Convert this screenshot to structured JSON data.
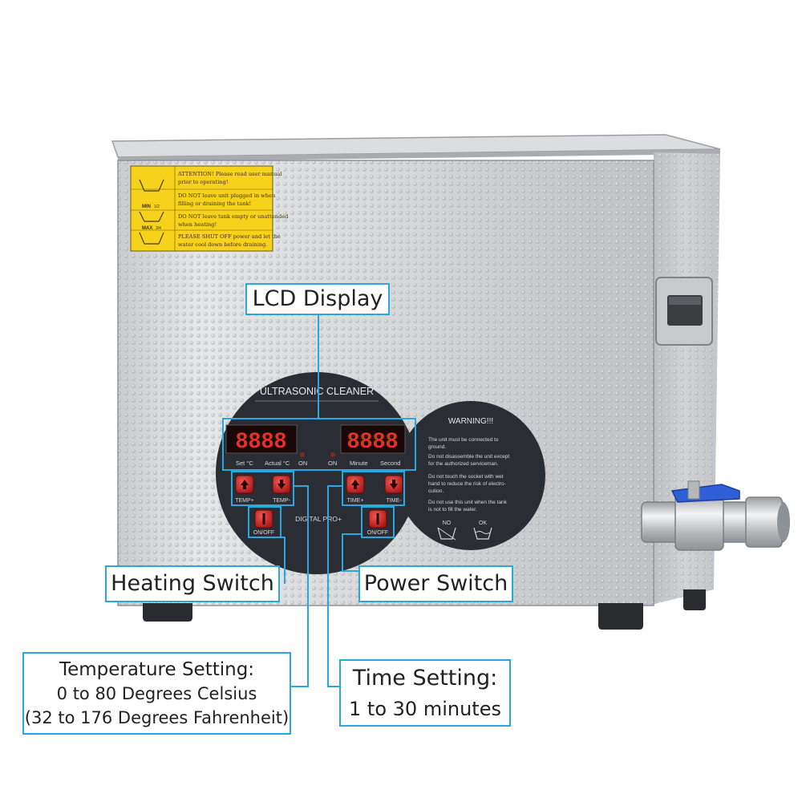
{
  "device": {
    "brand_label": "ULTRASONIC CLEANER",
    "model_label": "DIGITAL PRO+",
    "display_digits": "8888",
    "left_display": {
      "labels": [
        "Set °C",
        "Actual °C",
        "ON"
      ]
    },
    "right_display": {
      "labels": [
        "ON",
        "Minute",
        "Second"
      ]
    },
    "buttons": {
      "temp_plus": "TEMP+",
      "temp_minus": "TEMP-",
      "time_plus": "TIME+",
      "time_minus": "TIME-",
      "heat_onoff": "ON/OFF",
      "power_onoff": "ON/OFF"
    },
    "warning_panel": {
      "title": "WARNING!!!",
      "lines": [
        "The unit must be connected to",
        "ground.",
        "Do not disassemble the unit except",
        "for the authorized serviceman.",
        "Do not touch the socket with wet",
        "hand to reduce the risk of electro-",
        "cution.",
        "Do not use this unit when the tank",
        "is not to fill the water."
      ],
      "no_label": "NO",
      "ok_label": "OK"
    },
    "sticker": {
      "lines": [
        "ATTENTION! Please read user manual",
        "prior to operating!",
        "DO NOT leave unit plugged in when",
        "filling or draining the tank!",
        "DO NOT leave tank empty or unattended",
        "when heating!",
        "PLEASE SHUT OFF power and let the",
        "water cool down before draining."
      ],
      "min_label": "MIN",
      "min_fraction": "1/2",
      "max_label": "MAX",
      "max_fraction": "3/4"
    }
  },
  "callouts": {
    "lcd_display": "LCD Display",
    "heating_switch": "Heating Switch",
    "power_switch": "Power Switch",
    "temperature": {
      "line1": "Temperature Setting:",
      "line2": "0 to 80 Degrees Celsius",
      "line3": "(32 to 176 Degrees Fahrenheit)"
    },
    "time": {
      "line1": "Time Setting:",
      "line2": "1 to 30 minutes"
    }
  },
  "colors": {
    "callout_accent": "#2aa7dc",
    "led_digits": "#e8302a",
    "button_red": "#c8221e",
    "sticker_yellow": "#f7d21c",
    "valve_handle_blue": "#2f5fd6",
    "panel_dark": "#2b2d35"
  }
}
